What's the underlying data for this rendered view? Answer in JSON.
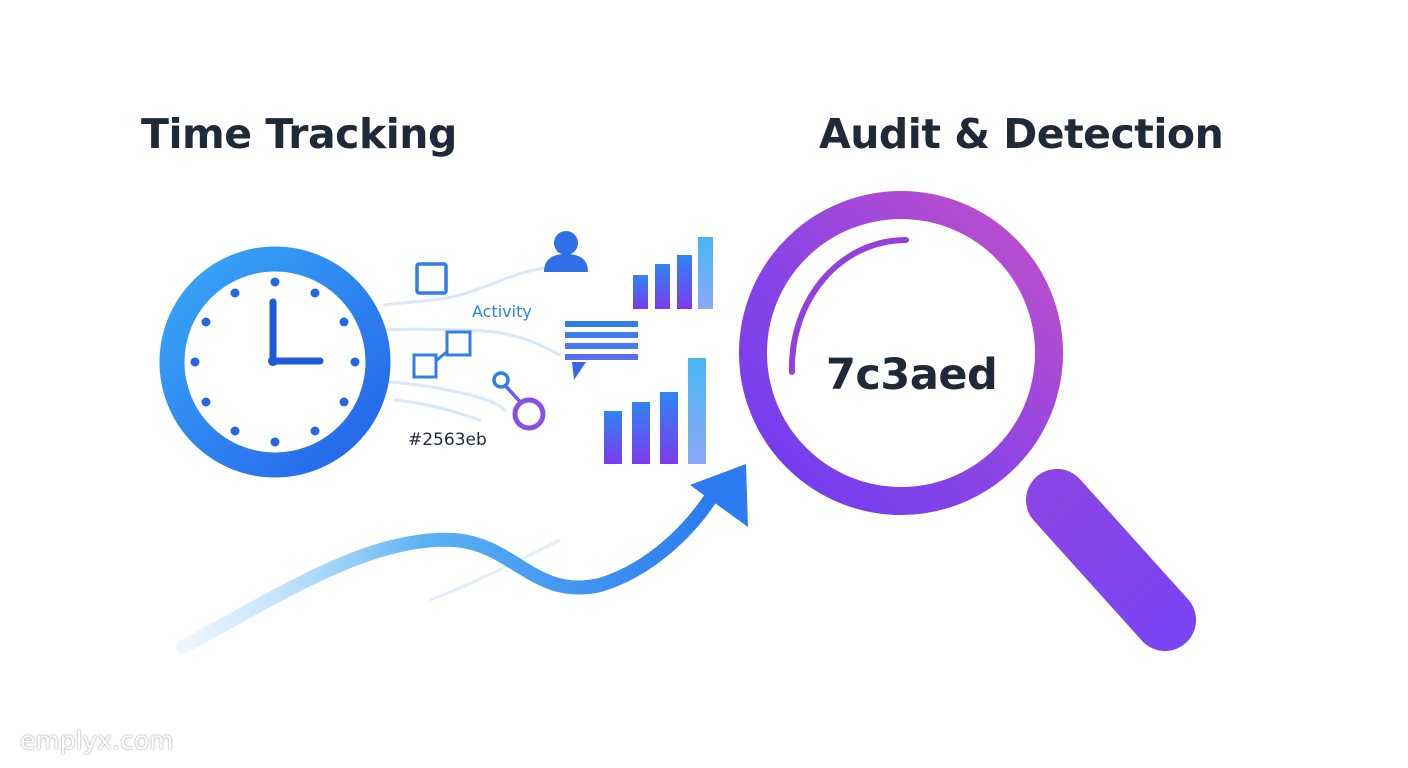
{
  "headings": {
    "left": "Time Tracking",
    "right": "Audit & Detection"
  },
  "labels": {
    "activity": "Activity",
    "hex_code": "#2563eb",
    "lens_code": "7c3aed"
  },
  "watermark": "emplyx.com",
  "icons": [
    "clock-icon",
    "checkbox-icon",
    "node-link-icon",
    "user-icon",
    "chat-bubble-icon",
    "link-node-icon",
    "bar-chart-icon",
    "magnifying-glass-icon",
    "trend-arrow-icon"
  ],
  "colors": {
    "blue": "#2563eb",
    "light_blue": "#38a8f5",
    "purple": "#7c3aed",
    "magenta": "#c44fc8",
    "heading": "#1f2937"
  }
}
